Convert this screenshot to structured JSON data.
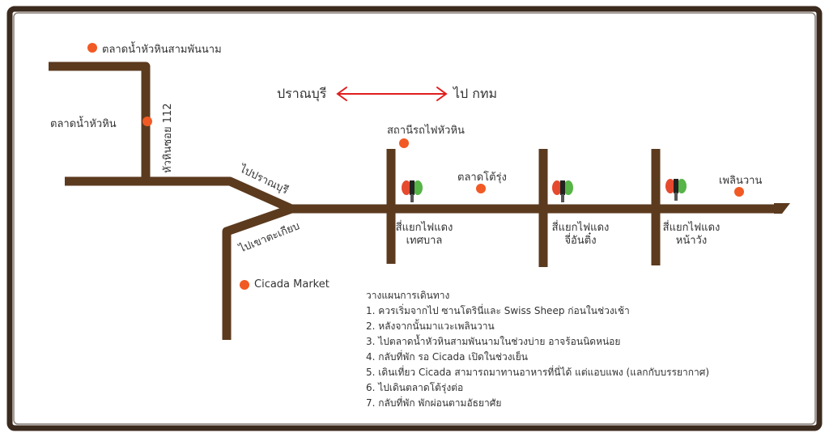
{
  "colors": {
    "road": "#5b3a1e",
    "frame": "#3b2a1e",
    "marker": "#f15a24",
    "arrow": "#e01e1e",
    "signal_red": "#e64a2e",
    "signal_green": "#57b447",
    "signal_body": "#222222",
    "text": "#333333"
  },
  "places": {
    "floating_market_sampannam": "ตลาดน้ำหัวหินสามพันนาม",
    "floating_market_huahin": "ตลาดน้ำหัวหิน",
    "soi_112": "หัวหินซอย 112",
    "railway_station": "สถานีรถไฟหัวหิน",
    "night_market": "ตลาดโต้รุ่ง",
    "plearnwan": "เพลินวาน",
    "cicada_market": "Cicada Market"
  },
  "directions": {
    "pranburi": "ปราณบุรี",
    "to_bangkok": "ไป กทม",
    "to_pranburi_road": "ไปปราณบุรี",
    "to_khao_takiab": "ไปเขาตะเกียบ"
  },
  "intersections": [
    {
      "line1": "สี่แยกไฟแดง",
      "line2": "เทศบาล"
    },
    {
      "line1": "สี่แยกไฟแดง",
      "line2": "จี่อันติ๋ง"
    },
    {
      "line1": "สี่แยกไฟแดง",
      "line2": "หน้าวัง"
    }
  ],
  "plan": {
    "title": "วางแผนการเดินทาง",
    "steps": [
      "1. ควรเริ่มจากไป ซานโตรินี่และ Swiss Sheep ก่อนในช่วงเช้า",
      "2. หลังจากนั้นมาแวะเพลินวาน",
      "3. ไปตลาดน้ำหัวหินสามพันนามในช่วงบ่าย อาจร้อนนิดหน่อย",
      "4. กลับที่พัก รอ Cicada เปิดในช่วงเย็น",
      "5. เดินเที่ยว Cicada สามารถมาทานอาหารที่นี่ได้ แต่แอบแพง (แลกกับบรรยากาศ)",
      "6. ไปเดินตลาดโต้รุ่งต่อ",
      "7. กลับที่พัก พักผ่อนตามอัธยาศัย"
    ]
  }
}
